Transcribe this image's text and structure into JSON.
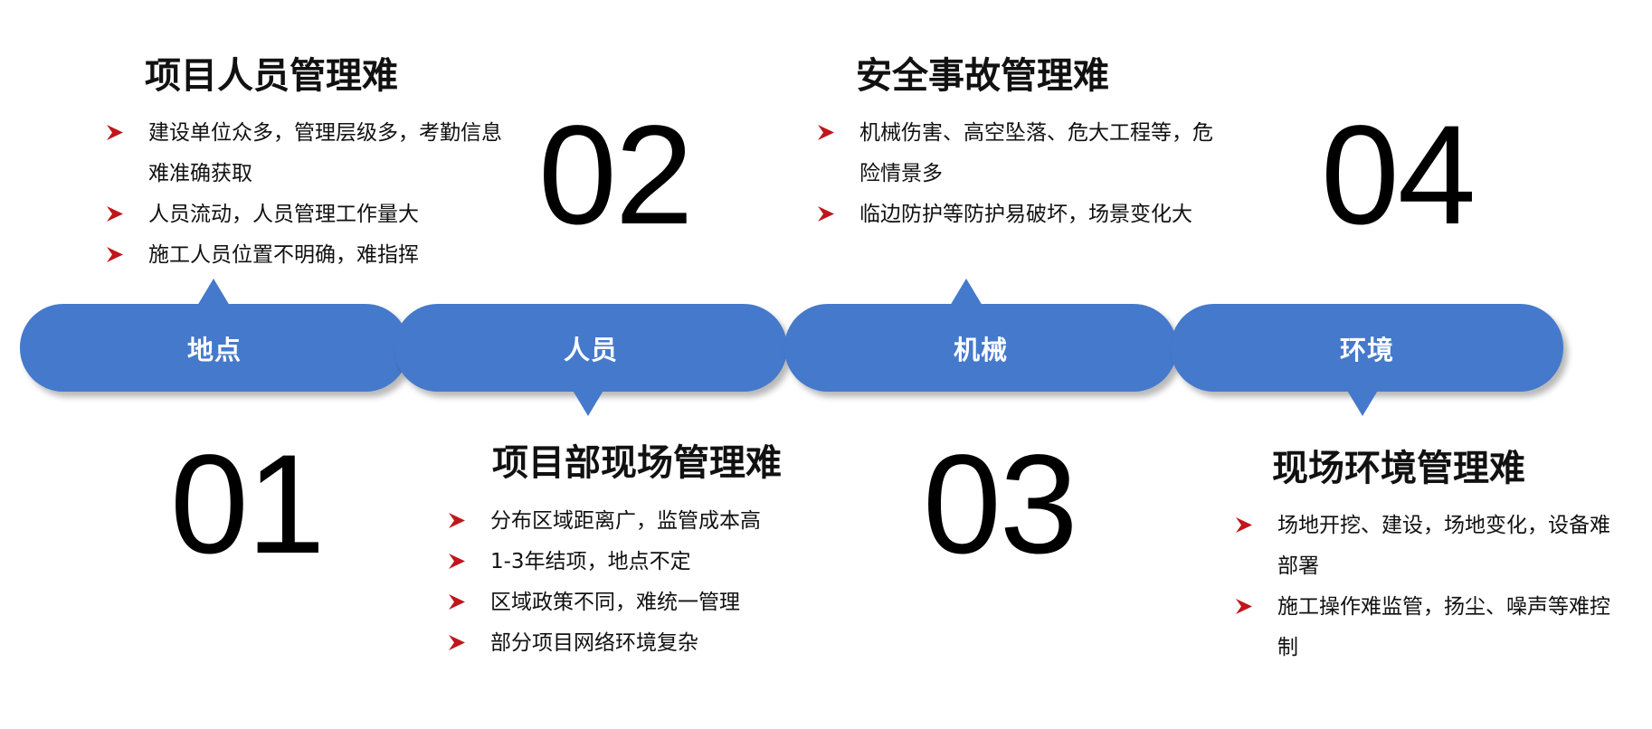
{
  "colors": {
    "pill": "#4579CB",
    "bullet_arrow": "#C0161C",
    "text": "#111111"
  },
  "pills": [
    {
      "label": "地点"
    },
    {
      "label": "人员"
    },
    {
      "label": "机械"
    },
    {
      "label": "环境"
    }
  ],
  "numbers": [
    "01",
    "02",
    "03",
    "04"
  ],
  "blocks": {
    "personnel": {
      "title": "项目人员管理难",
      "bullets": [
        "建设单位众多，管理层级多，考勤信息难准确获取",
        "人员流动，人员管理工作量大",
        "施工人员位置不明确，难指挥"
      ]
    },
    "site": {
      "title": "项目部现场管理难",
      "bullets": [
        "分布区域距离广，监管成本高",
        "1-3年结项，地点不定",
        "区域政策不同，难统一管理",
        "部分项目网络环境复杂"
      ]
    },
    "safety": {
      "title": "安全事故管理难",
      "bullets": [
        "机械伤害、高空坠落、危大工程等，危险情景多",
        "临边防护等防护易破坏，场景变化大"
      ]
    },
    "environment": {
      "title": "现场环境管理难",
      "bullets": [
        "场地开挖、建设，场地变化，设备难部署",
        "施工操作难监管，扬尘、噪声等难控制"
      ]
    }
  },
  "icons": {
    "bullet": "arrowhead-icon"
  }
}
